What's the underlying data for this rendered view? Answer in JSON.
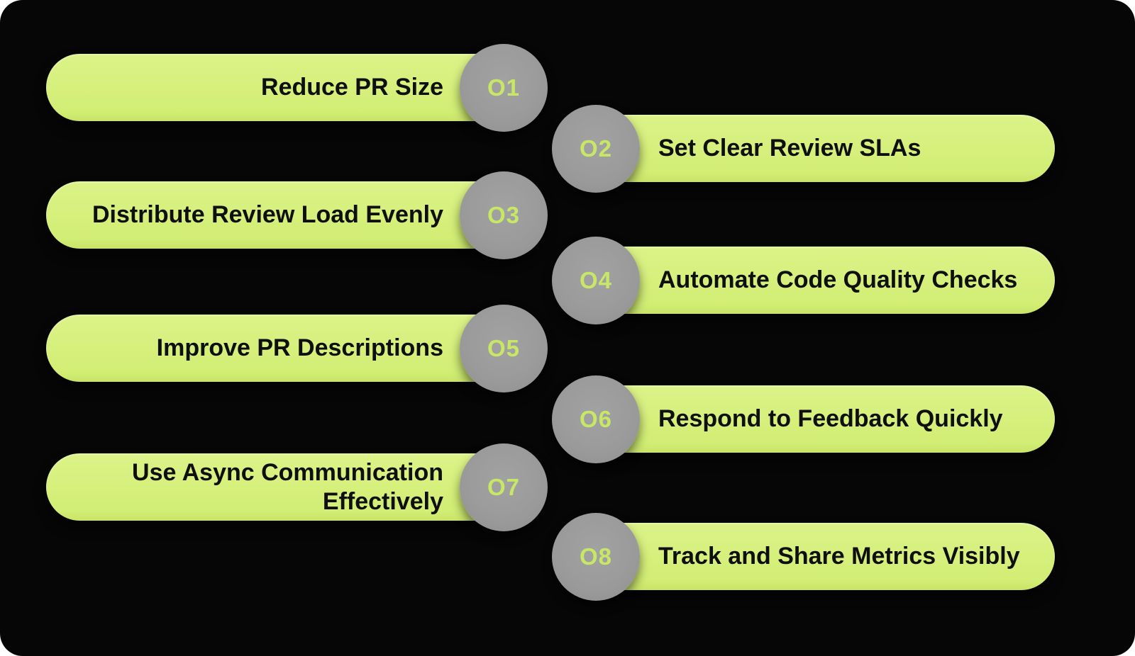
{
  "canvas": {
    "outer_background": "#ffffff",
    "panel_color": "#060606",
    "pill_color": "#d3ee78",
    "circle_color": "#9a9a9a",
    "number_color": "#c9e767",
    "label_color": "#0f0f0f"
  },
  "items": [
    {
      "number": "O1",
      "label": "Reduce PR Size",
      "side": "left"
    },
    {
      "number": "O2",
      "label": "Set Clear Review SLAs",
      "side": "right"
    },
    {
      "number": "O3",
      "label": "Distribute Review Load Evenly",
      "side": "left"
    },
    {
      "number": "O4",
      "label": "Automate Code Quality Checks",
      "side": "right"
    },
    {
      "number": "O5",
      "label": "Improve PR Descriptions",
      "side": "left"
    },
    {
      "number": "O6",
      "label": "Respond to Feedback Quickly",
      "side": "right"
    },
    {
      "number": "O7",
      "label": "Use Async Communication Effectively",
      "side": "left"
    },
    {
      "number": "O8",
      "label": "Track and Share Metrics Visibly",
      "side": "right"
    }
  ]
}
